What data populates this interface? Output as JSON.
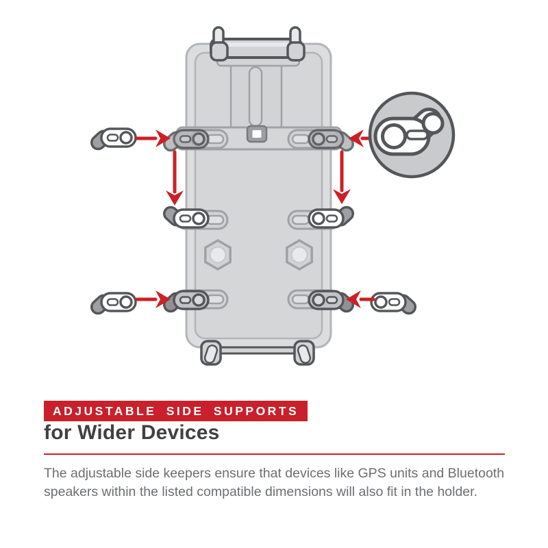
{
  "banner": {
    "label": "ADJUSTABLE SIDE SUPPORTS"
  },
  "heading": {
    "title": "for Wider Devices"
  },
  "paragraph": {
    "lines": [
      "The adjustable side keepers ensure that devices like GPS units and Bluetooth",
      "speakers within the listed compatible dimensions will also fit in the holder."
    ]
  },
  "icons": {
    "arrow-right-icon": "→",
    "arrow-left-icon": "←",
    "arrow-down-icon": "↓",
    "side-keeper-icon": "keeper lever with screw hole and hook",
    "hex-nut-icon": "⬡",
    "detail-callout-icon": "◯"
  },
  "colors": {
    "red": "#cc2026",
    "banner-bg": "#c9202b",
    "heading-text": "#414042",
    "body-text": "#6d6e71",
    "outline": "#54565a",
    "plate-fill": "#dcddde",
    "plate-edge": "#b3b4b6",
    "inner-fill": "#d5d6d8",
    "part-fill": "#d2d3d5",
    "part-edge": "#a0a1a4",
    "rail-slot": "#e0e1e2",
    "screw-edge": "#8f9194",
    "hook-gray": "#9d9fa2",
    "ghost-gray": "#b4b5b7",
    "keeper-gray-body": "#c2c3c5",
    "highlight": "#e8e9ea",
    "inset-fill": "#c9cacc"
  }
}
